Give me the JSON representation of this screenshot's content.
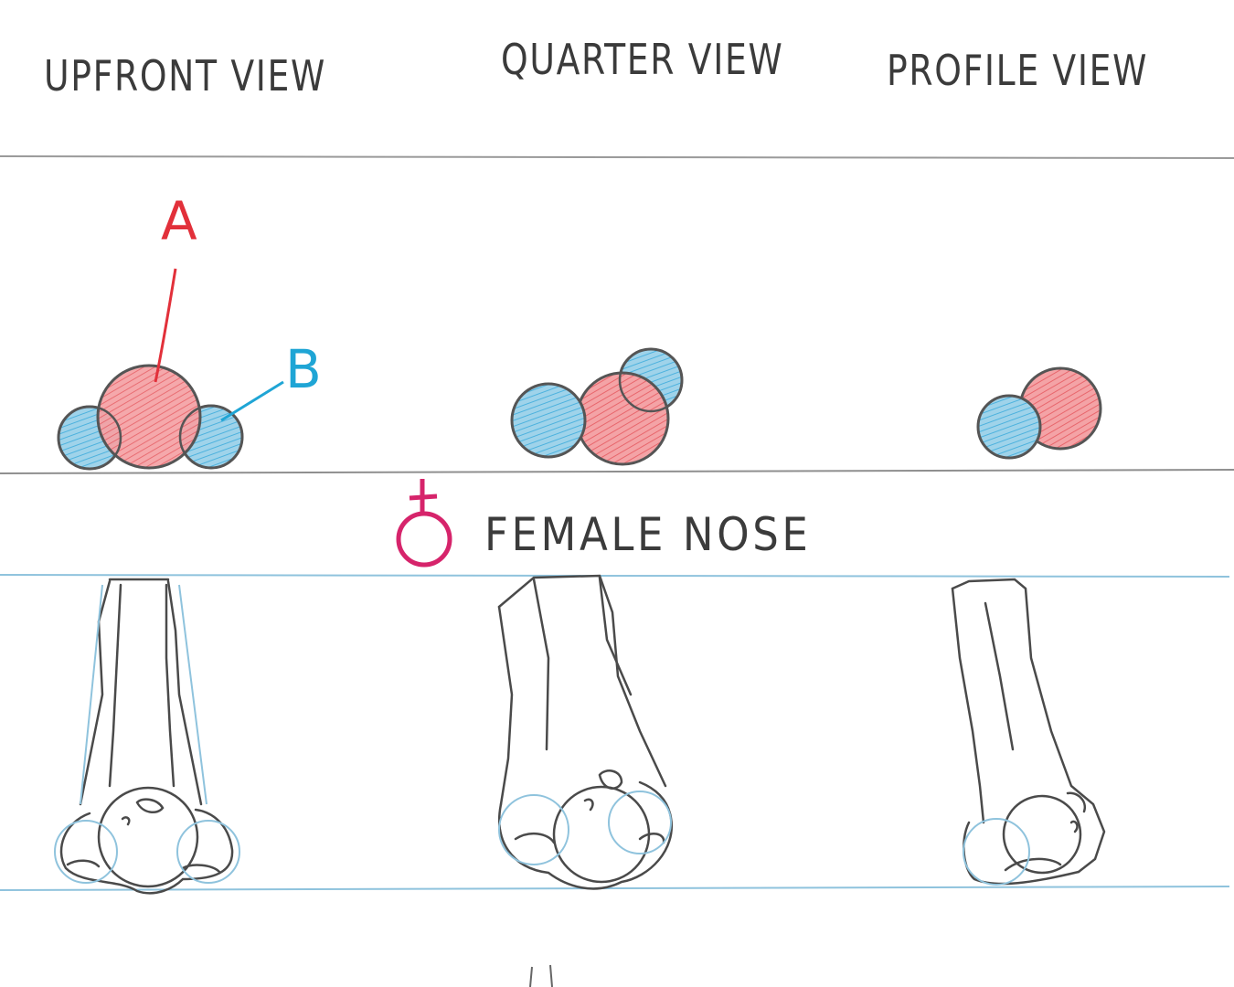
{
  "headings": {
    "upfront": "UPFRONT VIEW",
    "quarter": "QUARTER VIEW",
    "profile": "PROFILE VIEW"
  },
  "markers": {
    "a": "A",
    "b": "B"
  },
  "section": {
    "symbol": "female-symbol-icon",
    "title": "FEMALE NOSE"
  },
  "colors": {
    "sketch": "#4a4a4a",
    "red": "#e2303a",
    "red_fill": "#f08a8e",
    "blue": "#1fa5d5",
    "blue_fill": "#6ec0e4",
    "guide_blue": "#8fc3dd",
    "female_symbol": "#d6246b",
    "divider": "#9a9a9a"
  }
}
